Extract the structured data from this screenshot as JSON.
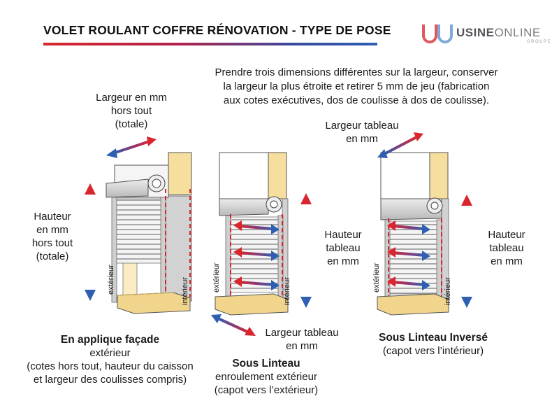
{
  "header": {
    "title": "VOLET ROULANT COFFRE RÉNOVATION - TYPE DE POSE",
    "logo_strong": "USINE",
    "logo_light": "ONLINE",
    "logo_sub": "GROUPE"
  },
  "intro_lines": [
    "Prendre trois dimensions différentes sur la largeur, conserver",
    "la largeur la plus étroite et retirer 5 mm de jeu (fabrication",
    "aux cotes exécutives, dos de coulisse à dos de coulisse)."
  ],
  "diagram1": {
    "width_label": [
      "Largeur en mm",
      "hors tout",
      "(totale)"
    ],
    "height_label": [
      "Hauteur",
      "en mm",
      "hors tout",
      "(totale)"
    ],
    "side_exterior": "extérieur",
    "side_interior": "intérieur",
    "caption_title": "En applique façade",
    "caption_lines": [
      "extérieur",
      "(cotes hors tout, hauteur du caisson",
      "et largeur des coulisses compris)"
    ]
  },
  "diagram2": {
    "height_label": [
      "Hauteur",
      "tableau",
      "en mm"
    ],
    "width_label": [
      "Largeur tableau",
      "en mm"
    ],
    "side_exterior": "extérieur",
    "side_interior": "intérieur",
    "caption_title": "Sous Linteau",
    "caption_lines": [
      "enroulement extérieur",
      "(capot vers l’extérieur)"
    ]
  },
  "diagram3": {
    "width_label": [
      "Largeur tableau",
      "en mm"
    ],
    "height_label": [
      "Hauteur",
      "tableau",
      "en mm"
    ],
    "side_exterior": "extérieur",
    "side_interior": "intérieur",
    "caption_title": "Sous Linteau Inversé",
    "caption_lines": [
      "(capot vers l’intérieur)"
    ]
  },
  "colors": {
    "arrow_red": "#d9262e",
    "arrow_blue": "#2e5fb0",
    "wall": "#f6df9e",
    "sill": "#f1d58c",
    "reveal": "#d2d2d2",
    "dashed_line": "#d9262e"
  }
}
